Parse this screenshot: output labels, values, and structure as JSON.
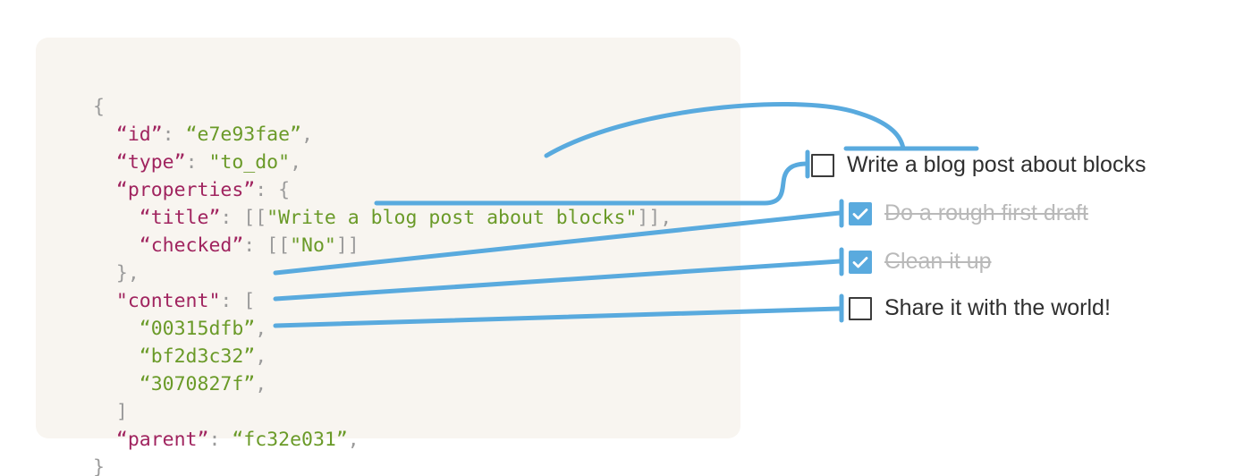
{
  "theme": {
    "panel_bg": "#f8f5f0",
    "connector_color": "#59aade",
    "checkbox_checked_bg": "#59aade",
    "checkbox_border": "#3b3b3b",
    "key_color": "#a0245f",
    "string_color": "#6a9a28",
    "punctuation_color": "#9b9b9b",
    "done_text_color": "#b9b9b9",
    "text_color": "#2f2f2f"
  },
  "code_panel": {
    "language": "json",
    "lines": [
      {
        "indent": 0,
        "parts": [
          {
            "t": "{",
            "c": "p"
          }
        ]
      },
      {
        "indent": 1,
        "parts": [
          {
            "t": "“id”",
            "c": "k"
          },
          {
            "t": ": ",
            "c": "p"
          },
          {
            "t": "“e7e93fae”",
            "c": "s"
          },
          {
            "t": ",",
            "c": "p"
          }
        ]
      },
      {
        "indent": 1,
        "parts": [
          {
            "t": "“type”",
            "c": "k"
          },
          {
            "t": ": ",
            "c": "p"
          },
          {
            "t": "\"to_do\"",
            "c": "s"
          },
          {
            "t": ",",
            "c": "p"
          }
        ]
      },
      {
        "indent": 1,
        "parts": [
          {
            "t": "“properties”",
            "c": "k"
          },
          {
            "t": ": {",
            "c": "p"
          }
        ]
      },
      {
        "indent": 2,
        "parts": [
          {
            "t": "“title”",
            "c": "k"
          },
          {
            "t": ": [[",
            "c": "p"
          },
          {
            "t": "\"Write a blog post about blocks\"",
            "c": "s"
          },
          {
            "t": "]],",
            "c": "p"
          }
        ]
      },
      {
        "indent": 2,
        "parts": [
          {
            "t": "“checked”",
            "c": "k"
          },
          {
            "t": ": [[",
            "c": "p"
          },
          {
            "t": "\"No\"",
            "c": "s"
          },
          {
            "t": "]]",
            "c": "p"
          }
        ]
      },
      {
        "indent": 1,
        "parts": [
          {
            "t": "},",
            "c": "p"
          }
        ]
      },
      {
        "indent": 1,
        "parts": [
          {
            "t": "\"content\"",
            "c": "k"
          },
          {
            "t": ": [",
            "c": "p"
          }
        ]
      },
      {
        "indent": 2,
        "parts": [
          {
            "t": "“00315dfb”",
            "c": "s"
          },
          {
            "t": ",",
            "c": "p"
          }
        ]
      },
      {
        "indent": 2,
        "parts": [
          {
            "t": "“bf2d3c32”",
            "c": "s"
          },
          {
            "t": ",",
            "c": "p"
          }
        ]
      },
      {
        "indent": 2,
        "parts": [
          {
            "t": "“3070827f”",
            "c": "s"
          },
          {
            "t": ",",
            "c": "p"
          }
        ]
      },
      {
        "indent": 1,
        "parts": [
          {
            "t": "]",
            "c": "p"
          }
        ]
      },
      {
        "indent": 1,
        "parts": [
          {
            "t": "“parent”",
            "c": "k"
          },
          {
            "t": ": ",
            "c": "p"
          },
          {
            "t": "“fc32e031”",
            "c": "s"
          },
          {
            "t": ",",
            "c": "p"
          }
        ]
      },
      {
        "indent": 0,
        "parts": [
          {
            "t": "}",
            "c": "p"
          }
        ]
      }
    ]
  },
  "todo_list": {
    "items": [
      {
        "label": "Write a blog post about blocks",
        "checked": false,
        "level": 0
      },
      {
        "label": "Do a rough first draft",
        "checked": true,
        "level": 1
      },
      {
        "label": "Clean it up",
        "checked": true,
        "level": 1
      },
      {
        "label": "Share it with the world!",
        "checked": false,
        "level": 1
      }
    ]
  },
  "connectors": {
    "title_arc": {
      "from": "title property value",
      "to": "Write a blog post about blocks"
    },
    "checked_curve": {
      "from": "checked property value",
      "to": "parent checkbox"
    },
    "content_lines": [
      {
        "from": "00315dfb",
        "to": "Do a rough first draft"
      },
      {
        "from": "bf2d3c32",
        "to": "Clean it up"
      },
      {
        "from": "3070827f",
        "to": "Share it with the world!"
      }
    ]
  }
}
